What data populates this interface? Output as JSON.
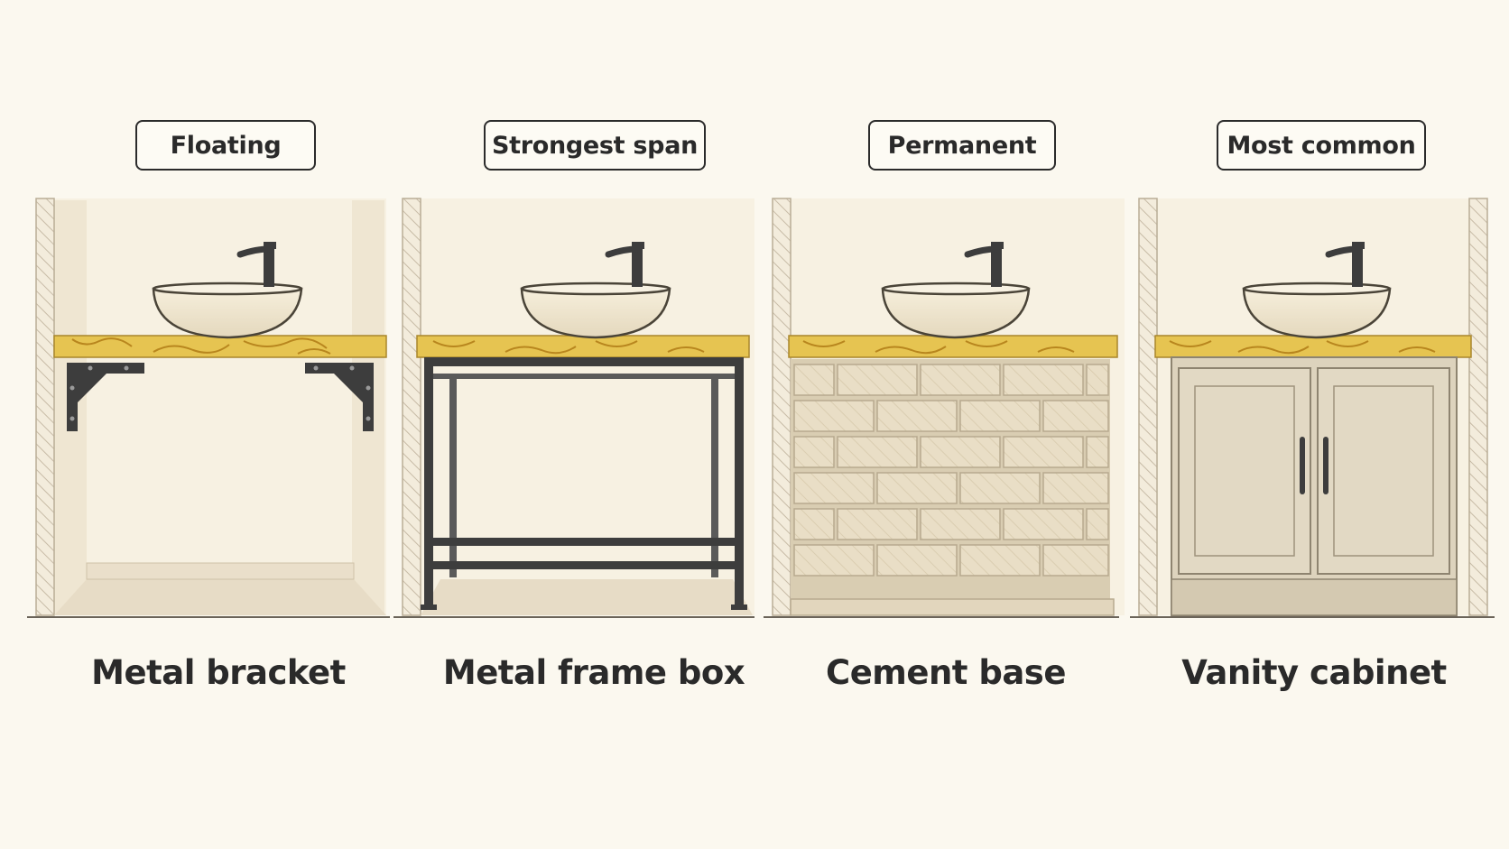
{
  "panels": [
    {
      "badge": "Floating",
      "caption": "Metal bracket",
      "support": "metal-bracket"
    },
    {
      "badge": "Strongest span",
      "caption": "Metal frame box",
      "support": "metal-frame"
    },
    {
      "badge": "Permanent",
      "caption": "Cement base",
      "support": "cement-base"
    },
    {
      "badge": "Most common",
      "caption": "Vanity cabinet",
      "support": "vanity-cabinet"
    }
  ],
  "colors": {
    "background": "#fbf8ef",
    "countertop": "#e6c451",
    "countertop_veins": "#b8861e",
    "basin": "#f1e8d3",
    "metal": "#3d3d3d",
    "brick": "#e8dcc3",
    "cabinet": "#ddd3bd",
    "wall_hatch": "#c7bba6"
  }
}
